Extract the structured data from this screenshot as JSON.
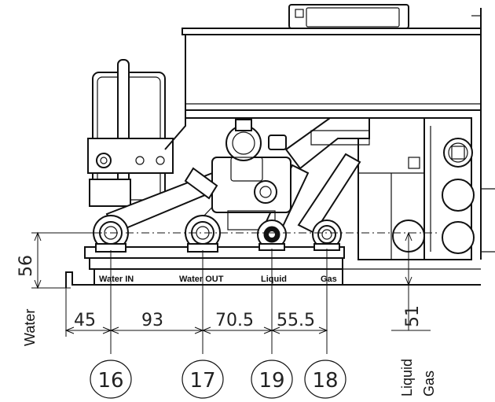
{
  "plate_labels": {
    "water_in": "Water  IN",
    "water_out": "Water  OUT",
    "liquid": "Liquid",
    "gas": "Gas"
  },
  "dimensions": {
    "height_56": "56",
    "width_45": "45",
    "width_93": "93",
    "width_70_5": "70.5",
    "width_55_5": "55.5",
    "height_51": "51"
  },
  "side_labels": {
    "water": "Water",
    "liquid": "Liquid",
    "gas": "Gas"
  },
  "callouts": {
    "c16": "16",
    "c17": "17",
    "c19": "19",
    "c18": "18"
  }
}
